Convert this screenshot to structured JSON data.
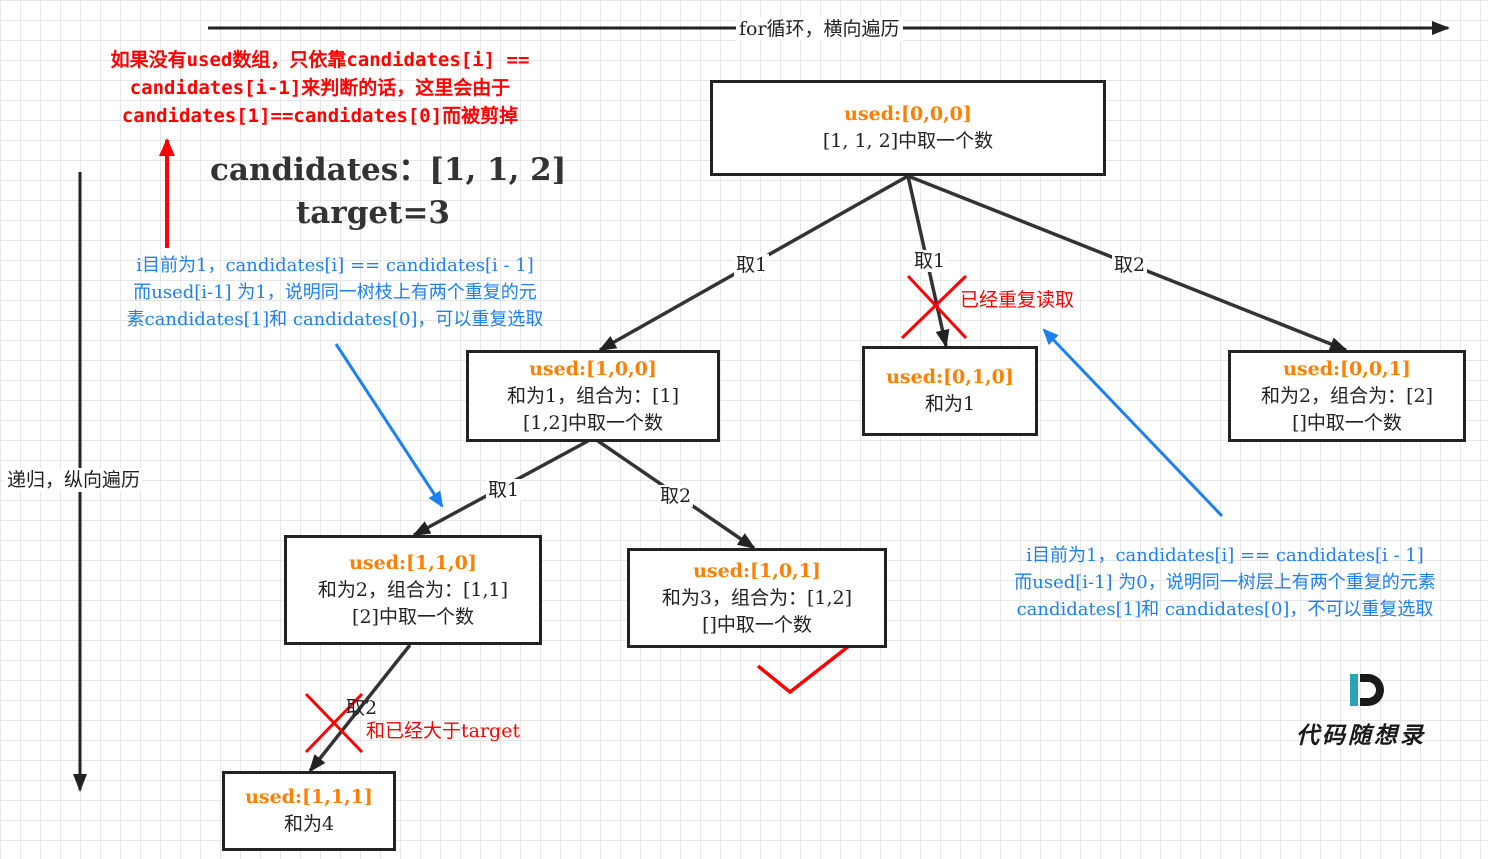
{
  "axes": {
    "horizontal_label": "for循环，横向遍历",
    "vertical_label": "递归，纵向遍历"
  },
  "red_note_lines": [
    "如果没有used数组，只依靠candidates[i] ==",
    "candidates[i-1]来判断的话，这里会由于",
    "candidates[1]==candidates[0]而被剪掉"
  ],
  "headline": {
    "candidates": "candidates：[1, 1, 2]",
    "target": "target=3"
  },
  "blue_note_left": [
    "i目前为1，candidates[i] == candidates[i - 1]",
    "而used[i-1] 为1，说明同一树枝上有两个重复的元",
    "素candidates[1]和 candidates[0]，可以重复选取"
  ],
  "blue_note_right": [
    "i目前为1，candidates[i] == candidates[i - 1]",
    "而used[i-1] 为0，说明同一树层上有两个重复的元素",
    "candidates[1]和 candidates[0]，不可以重复选取"
  ],
  "nodes": {
    "root": {
      "used": "used:[0,0,0]",
      "lines": [
        "[1, 1, 2]中取一个数"
      ]
    },
    "n100": {
      "used": "used:[1,0,0]",
      "lines": [
        "和为1，组合为：[1]",
        "[1,2]中取一个数"
      ]
    },
    "n010": {
      "used": "used:[0,1,0]",
      "lines": [
        "和为1"
      ]
    },
    "n001": {
      "used": "used:[0,0,1]",
      "lines": [
        "和为2，组合为：[2]",
        "[]中取一个数"
      ]
    },
    "n110": {
      "used": "used:[1,1,0]",
      "lines": [
        "和为2，组合为：[1,1]",
        "[2]中取一个数"
      ]
    },
    "n101": {
      "used": "used:[1,0,1]",
      "lines": [
        "和为3，组合为：[1,2]",
        "[]中取一个数"
      ]
    },
    "n111": {
      "used": "used:[1,1,1]",
      "lines": [
        "和为4"
      ]
    }
  },
  "edge_labels": {
    "root_to_n100": "取1",
    "root_to_n010": "取1",
    "root_to_n001": "取2",
    "n100_to_n110": "取1",
    "n100_to_n101": "取2",
    "n110_to_n111": "取2"
  },
  "red_annotations": {
    "duplicate_read": "已经重复读取",
    "exceeds_target": "和已经大于target"
  },
  "logo": {
    "text": "代码随想录",
    "letter": "D"
  },
  "colors": {
    "red": "#ff0000",
    "blue": "#1e7ff0",
    "orange": "#ff7f00",
    "dark": "#222222"
  }
}
